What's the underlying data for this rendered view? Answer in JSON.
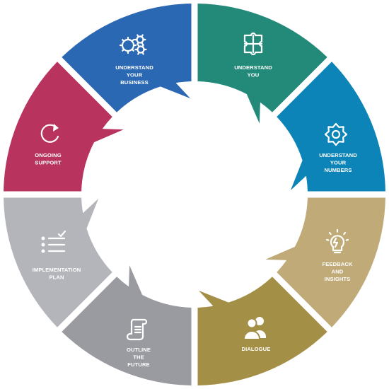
{
  "segments": [
    {
      "id": "understand-you",
      "lines": [
        "UNDERSTAND",
        "YOU"
      ],
      "color": "#238a7a",
      "icon": "puzzle-icon"
    },
    {
      "id": "understand-your-numbers",
      "lines": [
        "UNDERSTAND",
        "YOUR",
        "NUMBERS"
      ],
      "color": "#0d84b8",
      "icon": "gear-icon"
    },
    {
      "id": "feedback-and-insights",
      "lines": [
        "FEEDBACK",
        "AND",
        "INSIGHTS"
      ],
      "color": "#c0aa78",
      "icon": "lightbulb-icon"
    },
    {
      "id": "dialogue",
      "lines": [
        "DIALOGUE"
      ],
      "color": "#a48f46",
      "icon": "people-icon"
    },
    {
      "id": "outline-the-future",
      "lines": [
        "OUTLINE",
        "THE",
        "FUTURE"
      ],
      "color": "#9a9ba1",
      "icon": "scroll-icon"
    },
    {
      "id": "implementation-plan",
      "lines": [
        "IMPLEMENTATION",
        "PLAN"
      ],
      "color": "#b4b5bb",
      "icon": "checklist-icon"
    },
    {
      "id": "ongoing-support",
      "lines": [
        "ONGOING",
        "SUPPORT"
      ],
      "color": "#b8345f",
      "icon": "refresh-icon"
    },
    {
      "id": "understand-your-business",
      "lines": [
        "UNDERSTAND",
        "YOUR",
        "BUSINESS"
      ],
      "color": "#2b68b3",
      "icon": "gears-icon"
    }
  ]
}
